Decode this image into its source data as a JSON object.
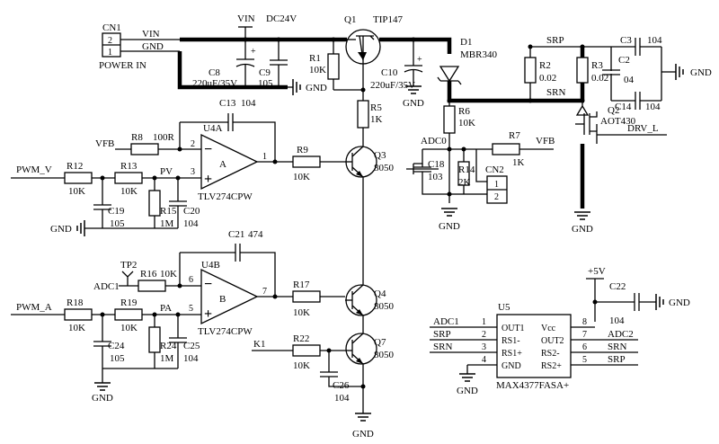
{
  "power": {
    "cn1": "CN1",
    "pin2": "2",
    "pin1": "1",
    "vin_net": "VIN",
    "gnd_net": "GND",
    "power_in": "POWER IN",
    "vin_top": "VIN",
    "dc24v": "DC24V",
    "c8": "C8",
    "c8_val": "220uF/35V",
    "c9": "C9",
    "c9_val": "105",
    "gnd": "GND",
    "plus": "+"
  },
  "q1": {
    "ref": "Q1",
    "part": "TIP147",
    "r1": "R1",
    "r1_val": "10K",
    "c10": "C10",
    "c10_val": "220uF/35V",
    "gnd": "GND",
    "d1": "D1",
    "d1_part": "MBR340",
    "r5": "R5",
    "r5_val": "1K"
  },
  "sense": {
    "srp": "SRP",
    "srn": "SRN",
    "r2": "R2",
    "r2_val": "0.02",
    "r3": "R3",
    "r3_val": "0.02",
    "c3": "C3",
    "c3_val": "104",
    "c2": "C2",
    "c2_val": "04",
    "c14": "C14",
    "c14_val": "104",
    "gnd": "GND",
    "q2": "Q2",
    "q2_part": "AOT430",
    "drv": "DRV_L",
    "gnd2": "GND"
  },
  "adc": {
    "adc0": "ADC0",
    "r6": "R6",
    "r6_val": "10K",
    "r7": "R7",
    "r7_val": "1K",
    "vfb": "VFB",
    "c18": "C18",
    "c18_val": "103",
    "r14": "R14",
    "r14_val": "2K",
    "cn2": "CN2",
    "pin1": "1",
    "pin2": "2",
    "gnd": "GND"
  },
  "opamp_a": {
    "c13": "C13",
    "c13_val": "104",
    "vfb": "VFB",
    "r8": "R8",
    "r8_val": "100R",
    "u4a": "U4A",
    "block": "A",
    "part": "TLV274CPW",
    "pin2": "2",
    "pin3": "3",
    "pin1": "1",
    "pwm": "PWM_V",
    "r12": "R12",
    "r12_val": "10K",
    "r13": "R13",
    "r13_val": "10K",
    "pv": "PV",
    "c19": "C19",
    "c19_val": "105",
    "r15": "R15",
    "r15_val": "1M",
    "c20": "C20",
    "c20_val": "104",
    "gnd": "GND",
    "r9": "R9",
    "r9_val": "10K",
    "q3": "Q3",
    "q3_part": "8050"
  },
  "opamp_b": {
    "c21": "C21",
    "c21_val": "474",
    "tp2": "TP2",
    "adc1": "ADC1",
    "r16": "R16",
    "r16_val": "10K",
    "u4b": "U4B",
    "block": "B",
    "part": "TLV274CPW",
    "pin6": "6",
    "pin5": "5",
    "pin7": "7",
    "pwm": "PWM_A",
    "r18": "R18",
    "r18_val": "10K",
    "r19": "R19",
    "r19_val": "10K",
    "pa": "PA",
    "c24": "C24",
    "c24_val": "105",
    "r24": "R24",
    "r24_val": "1M",
    "c25": "C25",
    "c25_val": "104",
    "gnd": "GND",
    "r17": "R17",
    "r17_val": "10K",
    "q4": "Q4",
    "q4_part": "8050",
    "k1": "K1",
    "r22": "R22",
    "r22_val": "10K",
    "q7": "Q7",
    "q7_part": "8050",
    "c26": "C26",
    "c26_val": "104",
    "gnd2": "GND"
  },
  "u5": {
    "vcc_net": "+5V",
    "c22": "C22",
    "c22_val": "104",
    "gnd_cap": "GND",
    "ref": "U5",
    "part": "MAX4377FASA+",
    "gnd": "GND",
    "left_nets": [
      "ADC1",
      "SRP",
      "SRN",
      ""
    ],
    "left_pins": [
      "1",
      "2",
      "3",
      "4"
    ],
    "left_names": [
      "OUT1",
      "RS1-",
      "RS1+",
      "GND"
    ],
    "right_names": [
      "Vcc",
      "OUT2",
      "RS2-",
      "RS2+"
    ],
    "right_pins": [
      "8",
      "7",
      "6",
      "5"
    ],
    "right_nets": [
      "",
      "ADC2",
      "SRN",
      "SRP"
    ]
  }
}
